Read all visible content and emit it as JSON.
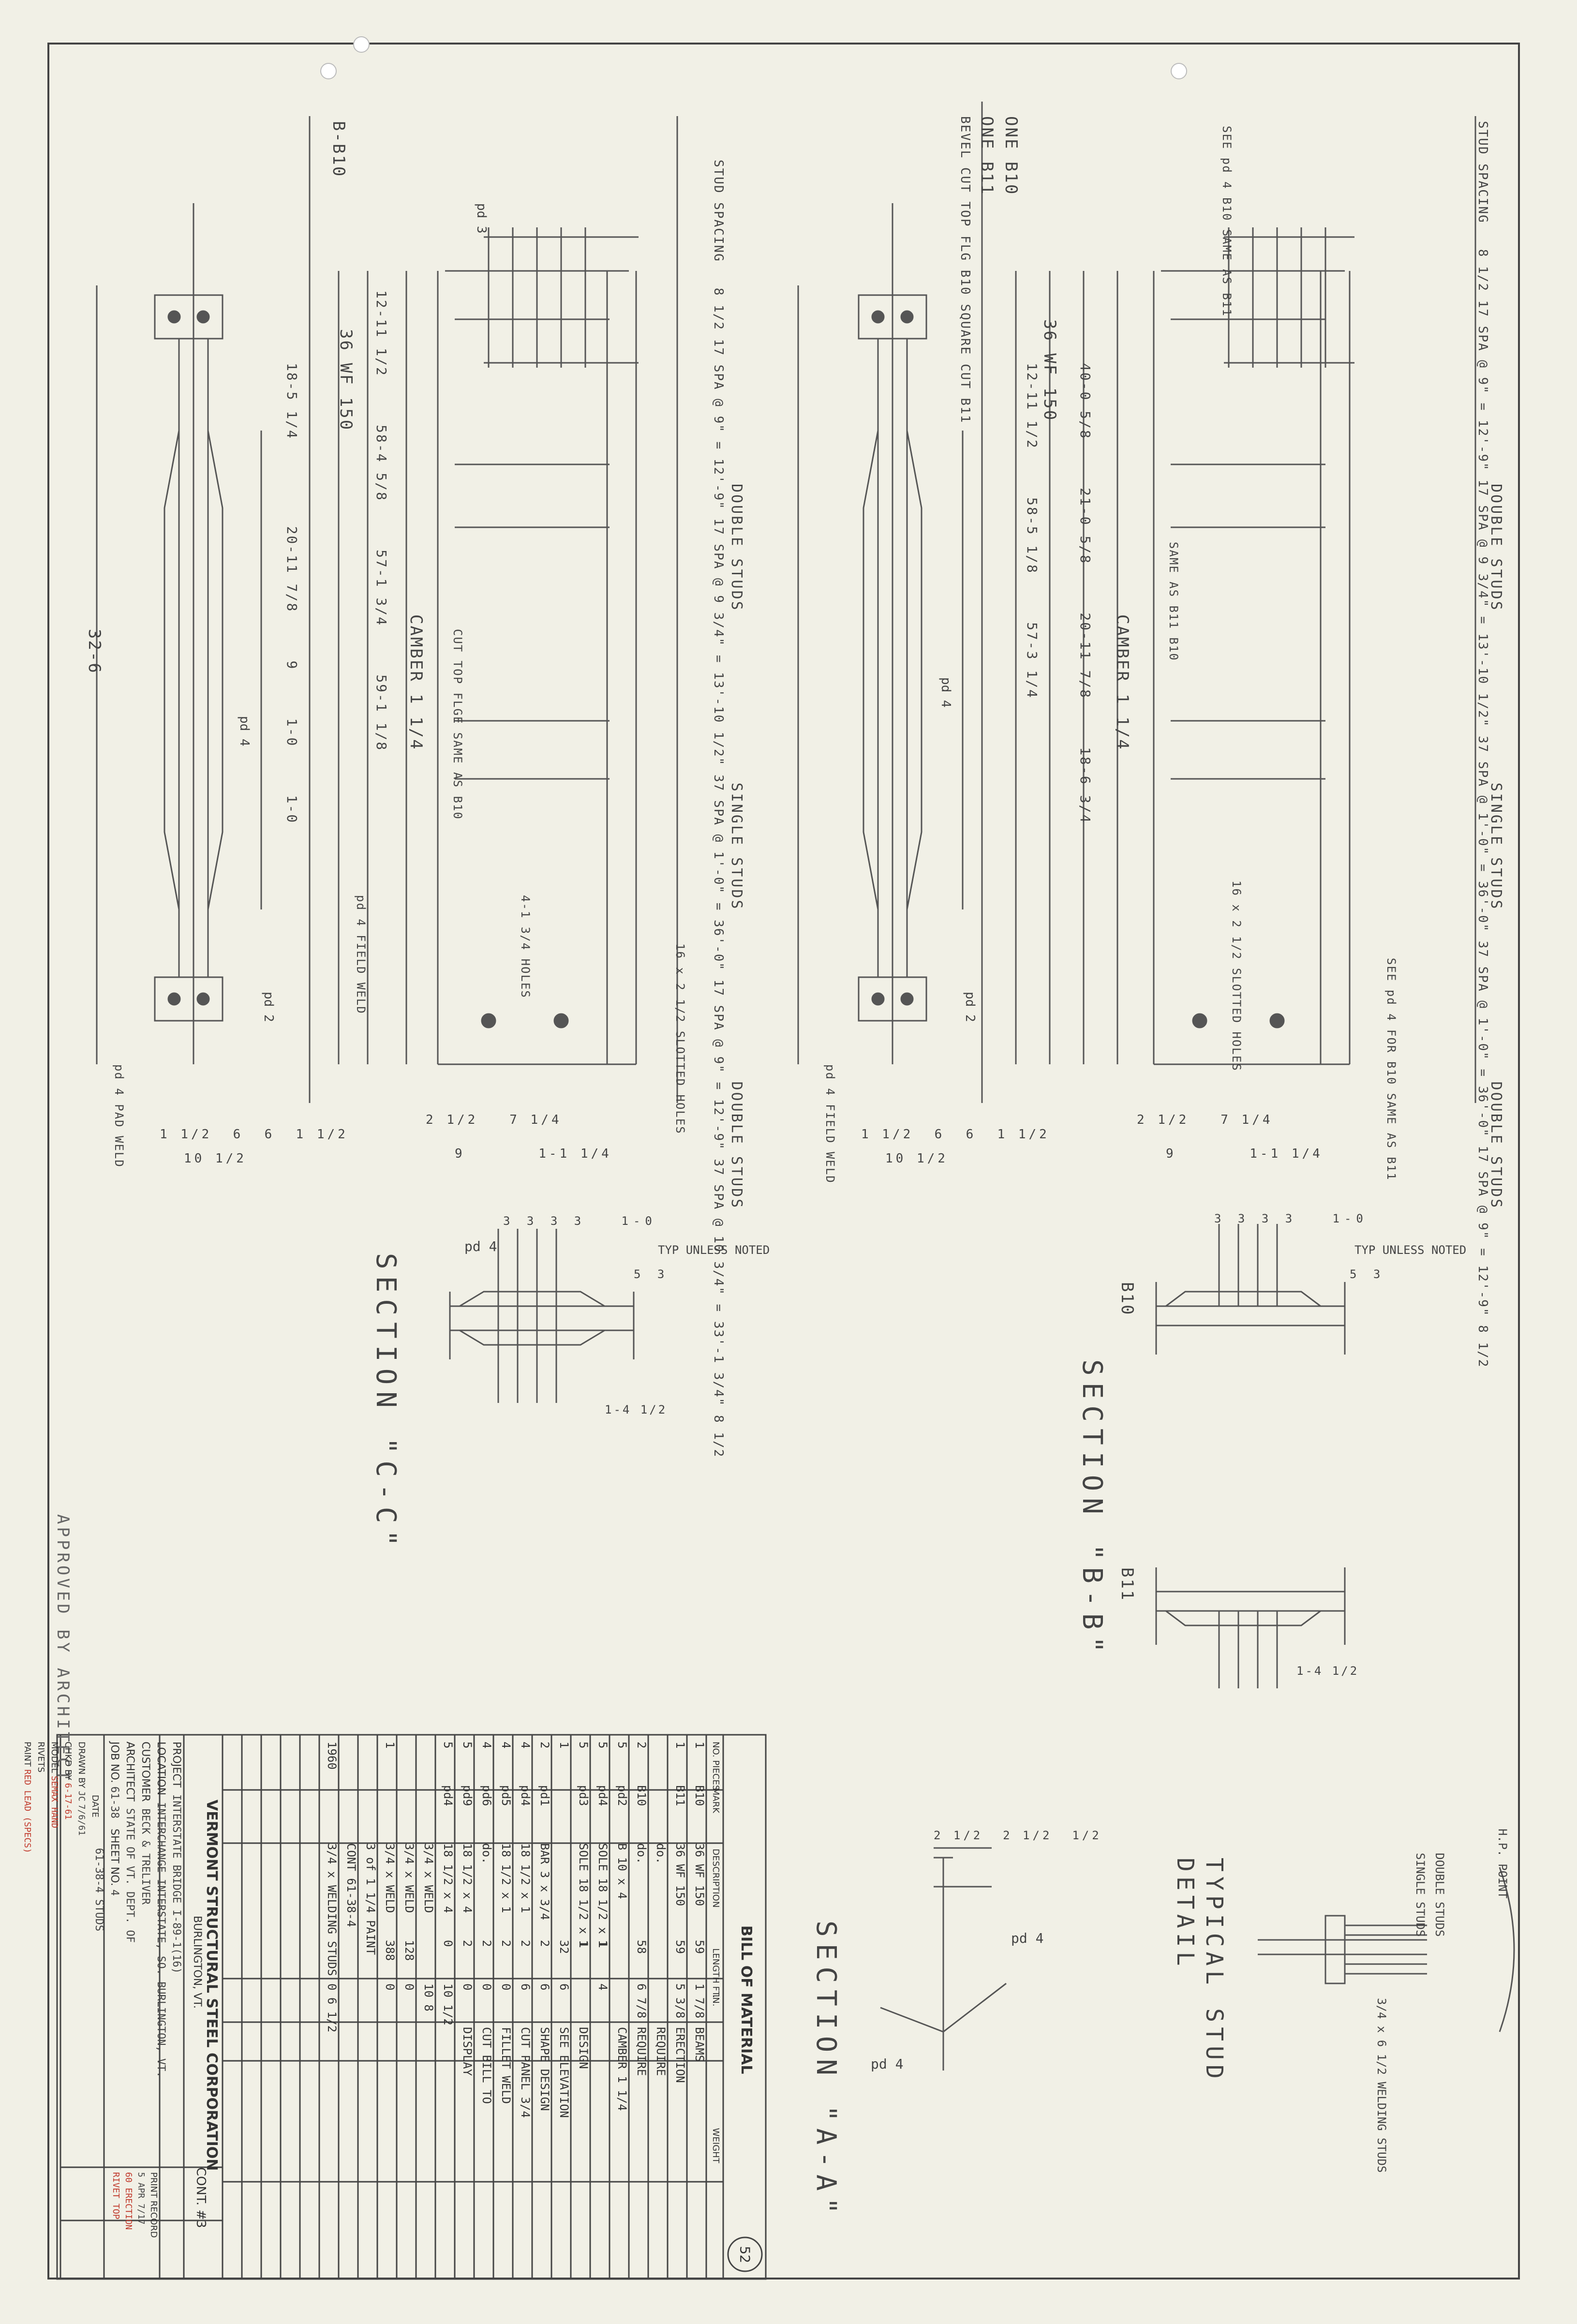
{
  "company": {
    "name": "VERMONT STRUCTURAL STEEL CORPORATION",
    "city": "BURLINGTON, VT."
  },
  "title_block": {
    "bill_title": "BILL OF MATERIAL",
    "col_headers": [
      "NO. PIECES",
      "MARK",
      "DESCRIPTION",
      "LENGTH FT.",
      "IN.",
      "WEIGHT"
    ],
    "print_record_label": "PRINT RECORD",
    "date_label": "DATE",
    "drawn_by_label": "DRAWN BY",
    "chkd_by_label": "CHKD BY",
    "drawn_by": "JC",
    "drawn_date": "7/6/61",
    "chkd_date": "6-17-61",
    "project_label": "PROJECT",
    "project": "INTERSTATE BRIDGE I-89-1(16)",
    "location_label": "LOCATION",
    "location": "INTERCHANGE INTERSTATE, SO. BURLINGTON, VT.",
    "customer_label": "CUSTOMER",
    "customer": "BECK & TRELIVER",
    "model_label": "MODEL",
    "model": "SEMAX HAND",
    "rivets_label": "RIVETS",
    "paint_label": "PAINT",
    "paint": "RED LEAD (SPECS)",
    "architect_label": "ARCHITECT",
    "architect": "STATE OF VT. DEPT. OF",
    "job_label": "JOB NO.",
    "job": "61-38",
    "sheet_label": "SHEET NO.",
    "sheet": "4",
    "drawing_no": "61-38-4 STUDS",
    "contract": "CONT. #3",
    "print_record": [
      "5 APR 7/17",
      "60 ERECTION",
      "RIVET TOP"
    ],
    "sheet_number_circle": "52"
  },
  "bom_rows": [
    [
      "1",
      "B10",
      "36 WF 150",
      "59",
      "1 7/8",
      "BEAMS"
    ],
    [
      "1",
      "B11",
      "36 WF 150",
      "59",
      "5 3/8",
      "ERECTION"
    ],
    [
      "",
      "",
      "do.",
      "",
      "",
      "REQUIRE"
    ],
    [
      "2",
      "B10",
      "do.",
      "58",
      "6 7/8",
      "REQUIRE"
    ],
    [
      "5",
      "pd2",
      "B 10 x 4",
      "",
      "",
      "CAMBER 1 1/4"
    ],
    [
      "5",
      "pd4",
      "SOLE 18 1/2 x 1",
      "1",
      "4",
      ""
    ],
    [
      "5",
      "pd3",
      "SOLE 18 1/2 x 1",
      "1",
      "",
      "DESIGN"
    ],
    [
      "1",
      "",
      "",
      "32",
      "6",
      "SEE ELEVATION"
    ],
    [
      "2",
      "pd1",
      "BAR 3 x 3/4",
      "2",
      "6",
      "SHAPE DESIGN"
    ],
    [
      "4",
      "pd4",
      "18 1/2 x 1",
      "2",
      "6",
      "CUT PANEL 3/4"
    ],
    [
      "4",
      "pd5",
      "18 1/2 x 1",
      "2",
      "0",
      "FILLET WELD"
    ],
    [
      "4",
      "pd6",
      "do.",
      "2",
      "0",
      "CUT BILL TO"
    ],
    [
      "5",
      "pd9",
      "18 1/2 x 4",
      "2",
      "0",
      "DISPLAY"
    ],
    [
      "5",
      "pd4",
      "18 1/2 x 4",
      "0",
      "10 1/2",
      ""
    ],
    [
      "",
      "",
      "3/4 x WELD",
      "",
      "10 8",
      ""
    ],
    [
      "",
      "",
      "3/4 x WELD",
      "128",
      "0",
      ""
    ],
    [
      "1",
      "",
      "3/4 x WELD",
      "388",
      "0",
      ""
    ],
    [
      "",
      "",
      "3 of 1 1/4 PAINT",
      "",
      "",
      ""
    ],
    [
      "",
      "",
      "CONT 61-38-4",
      "",
      "",
      ""
    ],
    [
      "1960",
      "",
      "3/4 x WELDING STUDS",
      "",
      "0 6 1/2",
      ""
    ]
  ],
  "left_beam": {
    "mark": "B-B10",
    "stud_spacing_label": "STUD SPACING",
    "stud_spacing": "8 1/2  17 SPA @ 9\" = 12'-9\"   17 SPA @ 9 3/4\" = 13'-10 1/2\"   37 SPA @ 1'-0\" = 36'-0\"   17 SPA @ 9\" = 12'-9\"   37 SPA @ 10 3/4\" = 33'-1 3/4\"   8 1/2",
    "stud_groups": [
      "DOUBLE STUDS",
      "SINGLE STUDS",
      "DOUBLE STUDS"
    ],
    "size": "36 WF 150",
    "camber": "CAMBER 1 1/4",
    "dim_overall": "32-6",
    "dims": [
      "12-11 1/2",
      "58-4 5/8",
      "57-1 3/4",
      "59-1 1/8",
      "18-5 1/4",
      "20-11 7/8",
      "9",
      "1-0",
      "1-0"
    ],
    "notes": [
      "CUT TOP FLGE SAME AS B10",
      "16 x 2 1/2 SLOTTED HOLES",
      "4-1 3/4 HOLES",
      "pd 4 FIELD WELD",
      "pd 4 PAD WELD",
      "pd 2",
      "pd 4",
      "pd 3"
    ],
    "bottom_dims": [
      "1 1/2",
      "6",
      "6",
      "1 1/2",
      "10 1/2",
      "2 1/2",
      "7 1/4",
      "9",
      "1-1 1/4"
    ]
  },
  "right_beam": {
    "marks": [
      "ONE B10",
      "ONE B11"
    ],
    "bevel_note": "BEVEL CUT TOP FLG B10  SQUARE CUT B11",
    "stud_spacing_label": "STUD SPACING",
    "stud_spacing": "8 1/2  17 SPA @ 9\" = 12'-9\"   17 SPA @ 9 3/4\" = 13'-10 1/2\"   37 SPA @ 1'-0\" = 36'-0\"   37 SPA @ 1'-0\" = 36'-0\"   17 SPA @ 9\" = 12'-9\"   8 1/2",
    "stud_groups": [
      "DOUBLE STUDS",
      "SINGLE STUDS",
      "DOUBLE STUDS"
    ],
    "size": "36 WF 150",
    "camber": "CAMBER 1 1/4",
    "dims": [
      "12-11 1/2",
      "58-5 1/8",
      "57-3 1/4",
      "40-0 5/8",
      "21-0 5/8",
      "20-11 7/8",
      "18-6 3/4"
    ],
    "notes": [
      "pd 4 FIELD WELD",
      "SEE pd 4 FOR B10 SAME AS B11",
      "16 x 2 1/2 SLOTTED HOLES",
      "SAME AS B11 B10",
      "SEE pd 4 B10 SAME AS B11",
      "pd 2",
      "pd 4"
    ],
    "bottom_dims": [
      "1 1/2",
      "6",
      "6",
      "1 1/2",
      "10 1/2",
      "2 1/2",
      "7 1/4",
      "9",
      "1-1 1/4"
    ]
  },
  "sections": {
    "cc": {
      "title": "SECTION \"C-C\"",
      "note": "TYP UNLESS NOTED",
      "dims": [
        "3",
        "3",
        "3",
        "3",
        "1-0",
        "5",
        "3",
        "1-4 1/2"
      ],
      "mark": "pd 4"
    },
    "bb": {
      "title": "SECTION \"B-B\"",
      "marks": [
        "B10",
        "B11"
      ],
      "note": "TYP UNLESS NOTED",
      "dims": [
        "3",
        "3",
        "3",
        "3",
        "1-0",
        "5",
        "3",
        "1-4 1/2"
      ]
    },
    "aa": {
      "title": "SECTION \"A-A\"",
      "marks": [
        "pd 4",
        "pd 4"
      ],
      "dims": [
        "2 1/2",
        "2 1/2",
        "1/2"
      ]
    },
    "stud": {
      "title": "TYPICAL STUD DETAIL",
      "labels": [
        "DOUBLE STUDS",
        "SINGLE STUDS",
        "3/4 x 6 1/2 WELDING STUDS",
        "H.P. POINT"
      ]
    }
  },
  "approved": "APPROVED BY ARCHITECT"
}
